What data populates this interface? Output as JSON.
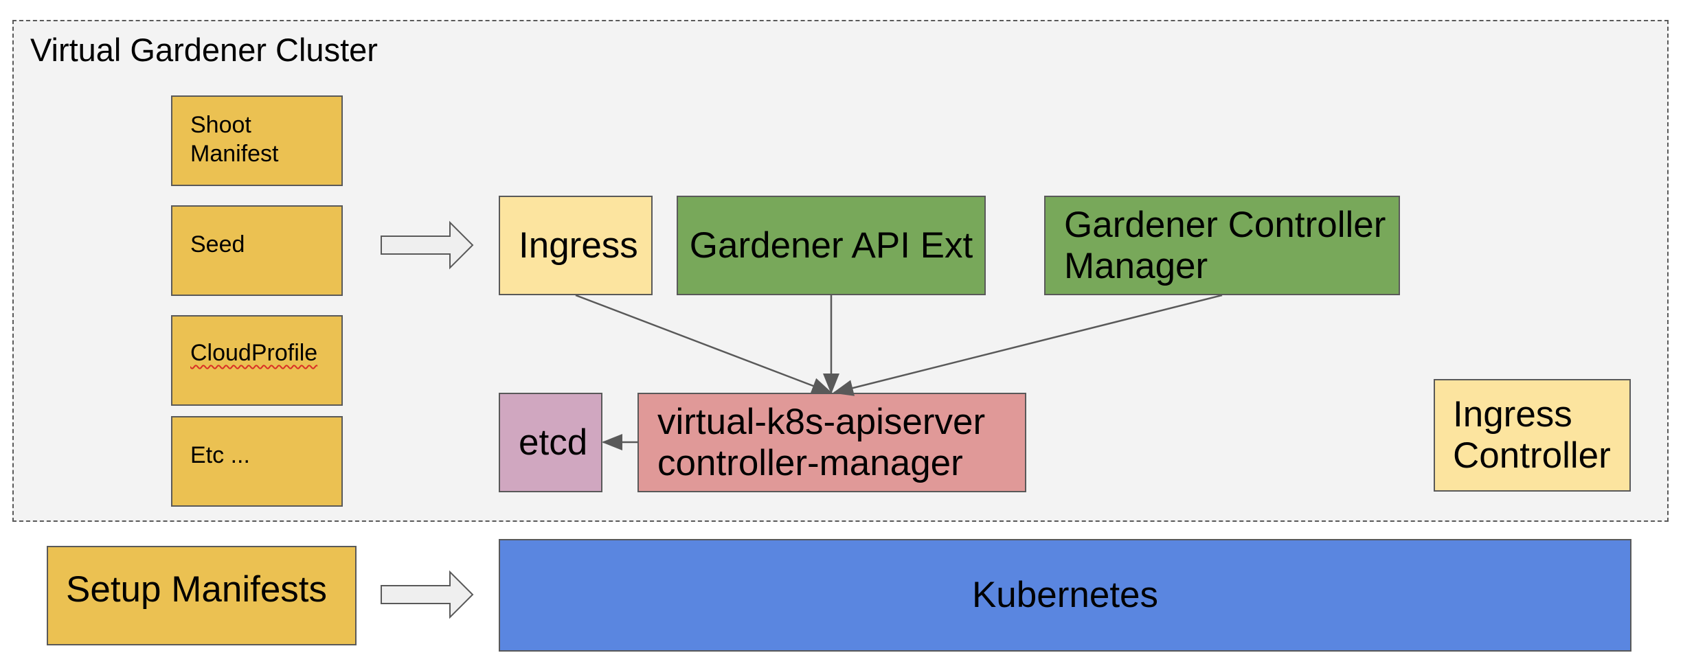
{
  "cluster": {
    "title": "Virtual Gardener Cluster"
  },
  "manifests": [
    {
      "id": "shoot",
      "label": "Shoot\nManifest"
    },
    {
      "id": "seed",
      "label": "Seed"
    },
    {
      "id": "cloudprofile",
      "label": "CloudProfile"
    },
    {
      "id": "etc",
      "label": "Etc ..."
    }
  ],
  "components": {
    "ingress": "Ingress",
    "gardener_api_ext": "Gardener API Ext",
    "gardener_controller_manager": "Gardener Controller\nManager",
    "etcd": "etcd",
    "virtual_apiserver": "virtual-k8s-apiserver\ncontroller-manager",
    "ingress_controller": "Ingress\nController"
  },
  "setup": {
    "label": "Setup Manifests"
  },
  "kubernetes": {
    "label": "Kubernetes"
  },
  "colors": {
    "note": "#ebc152",
    "ingress": "#fce49f",
    "gardener": "#78a85a",
    "apiserver": "#e09998",
    "etcd": "#d0a7c0",
    "kubernetes": "#5a86e0",
    "border": "#595959",
    "cluster_bg": "#f3f3f3"
  }
}
